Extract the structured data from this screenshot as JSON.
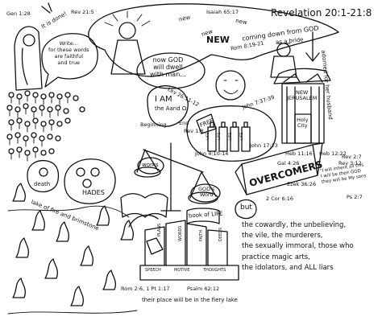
{
  "header": {
    "title": "Revelation 20:1-21:8",
    "coming_down": "coming down from GOD",
    "bride": "as a bride",
    "adorned": "adorned for her husband"
  },
  "left": {
    "gen_label": "Gen 1:28",
    "is_done": "It is done!",
    "rev_21_5": "Rev 21:5",
    "write_note": [
      "Write...",
      "for these words",
      "are faithful",
      "and true"
    ],
    "hades": "HADES",
    "death": "death",
    "lake_text": "lake of fire and brimstone"
  },
  "center": {
    "dwell": [
      "now GOD",
      "will dwell",
      "with man..."
    ],
    "lev": "Lev 26:11-12",
    "i_am": "I AM",
    "alpha_omega": "the Αand Ω",
    "beginning": "Beginning",
    "end": "End",
    "rev_1_8": "Rev 1:8",
    "free": "FREE",
    "life_bottles": [
      "LIFE",
      "LIFE",
      "LIFE",
      "LIFE"
    ],
    "john_4": "John 4:10-14",
    "john_7": "John 7:37-39",
    "works": "works",
    "gods_word": [
      "GOD's",
      "Word"
    ],
    "book_of_life": "book of LIFE",
    "books": [
      "PLANS",
      "WORDS",
      "FAITH",
      "DEEDS",
      "SPEECH",
      "MOTIVE",
      "THOUGHTS"
    ],
    "rom_2": "Rom 2:6, 1 Pt 1:17",
    "psalm": "Psalm 62:12",
    "place": "their place will be in the fiery lake"
  },
  "new": {
    "new_words": [
      "new",
      "new",
      "NEW",
      "new"
    ],
    "isaiah": "Isaiah 65:17",
    "rom_8": "Rom 8:19-21"
  },
  "right": {
    "new_jerusalem": [
      "NEW",
      "JERUSALEM"
    ],
    "holy_city": [
      "Holy",
      "City"
    ],
    "heb_11": "Heb 11:16",
    "heb_12": "Heb 12:22",
    "gal_4": "Gal 4:26",
    "rev_3": "Rev 3:12",
    "overcomers": "OVERCOMERS",
    "inherit": [
      "\"I will inherit all this",
      "I will be their GOD",
      "they will be My sons"
    ],
    "rev_2_7": "Rev 2:7",
    "ps_2_7": "Ps 2:7",
    "ezek": "Ezek 36:26",
    "cor": "2 Cor 6:16",
    "john_17": "John 17:23",
    "but": "but",
    "list": [
      "the cowardly, the unbelieving,",
      "the vile, the murderers,",
      "the sexually immoral, those who",
      "practice magic arts,",
      "the idolators, and ALL liars"
    ]
  }
}
